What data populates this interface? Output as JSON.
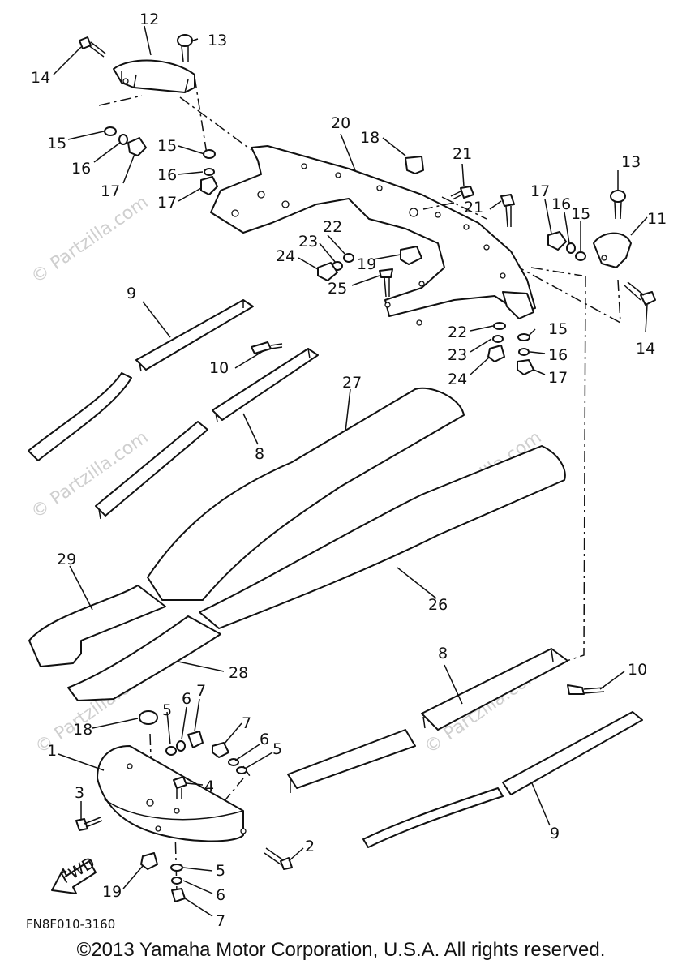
{
  "callouts": {
    "c1": "1",
    "c2": "2",
    "c3": "3",
    "c4": "4",
    "c5": "5",
    "c6": "6",
    "c7": "7",
    "c8": "8",
    "c9": "9",
    "c10": "10",
    "c11": "11",
    "c12": "12",
    "c13": "13",
    "c14": "14",
    "c15": "15",
    "c16": "16",
    "c17": "17",
    "c18": "18",
    "c19": "19",
    "c20": "20",
    "c21": "21",
    "c22": "22",
    "c23": "23",
    "c24": "24",
    "c25": "25",
    "c26": "26",
    "c27": "27",
    "c28": "28",
    "c29": "29"
  },
  "fwd_label": "FWD",
  "diagram_code": "FN8F010-3160",
  "watermark": "© Partzilla.com",
  "copyright": "©2013 Yamaha Motor Corporation, U.S.A. All rights reserved."
}
